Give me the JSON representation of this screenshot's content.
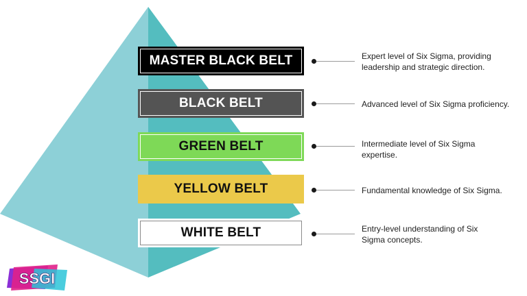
{
  "levels": [
    {
      "label": "MASTER BLACK BELT",
      "description": "Expert level of Six Sigma, providing leadership and strategic direction.",
      "fill": "#000000",
      "text_color": "#ffffff",
      "inner_border": "#ffffff"
    },
    {
      "label": "BLACK BELT",
      "description": " Advanced level of Six Sigma proficiency.",
      "fill": "#545454",
      "text_color": "#ffffff",
      "inner_border": "#ffffff"
    },
    {
      "label": "GREEN BELT",
      "description": "Intermediate level of Six Sigma expertise.",
      "fill": "#7ed957",
      "text_color": "#111111",
      "inner_border": "#ffffff"
    },
    {
      "label": "YELLOW BELT",
      "description": "Fundamental knowledge of Six Sigma.",
      "fill": "#ebc94a",
      "text_color": "#111111",
      "inner_border": "#ebc94a"
    },
    {
      "label": "WHITE BELT",
      "description": "Entry-level understanding of Six Sigma concepts.",
      "fill": "#ffffff",
      "text_color": "#111111",
      "inner_border": "#8a8a8a"
    }
  ],
  "pyramid_colors": {
    "left_face": "#8dd0d7",
    "right_face": "#54bdbf"
  },
  "logo": {
    "text": "SSGI",
    "colors": [
      "#8b2fd6",
      "#e0218a",
      "#2bc4d8"
    ]
  }
}
